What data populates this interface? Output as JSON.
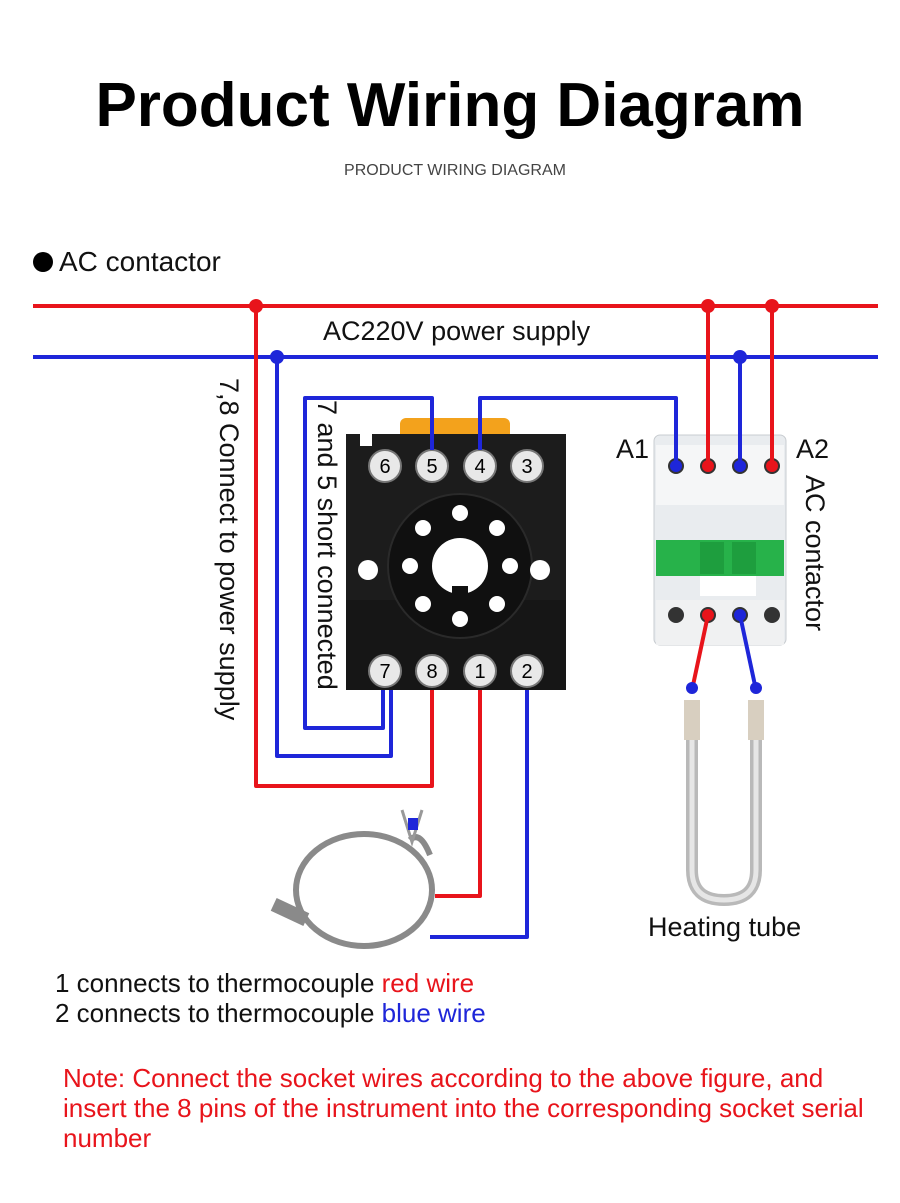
{
  "title": "Product Wiring Diagram",
  "subtitle": "PRODUCT WIRING DIAGRAM",
  "section_label": "AC contactor",
  "power_label": "AC220V power supply",
  "left_vertical_label": "7,8 Connect to power supply",
  "short_vertical_label": "7 and 5 short connected",
  "contactor_vertical_label": "AC contactor",
  "a1_label": "A1",
  "a2_label": "A2",
  "heating_label": "Heating tube",
  "socket_top_pins": [
    "6",
    "5",
    "4",
    "3"
  ],
  "socket_bottom_pins": [
    "7",
    "8",
    "1",
    "2"
  ],
  "legend": {
    "line1_prefix": "1 connects to thermocouple ",
    "line1_color_text": "red wire",
    "line2_prefix": "2 connects to thermocouple ",
    "line2_color_text": "blue wire"
  },
  "note": "Note: Connect the socket wires according to the above figure, and insert the 8 pins of the instrument into the corresponding socket serial number",
  "colors": {
    "live": "#e8141b",
    "neutral": "#1e26d9",
    "note": "#e8141b"
  }
}
